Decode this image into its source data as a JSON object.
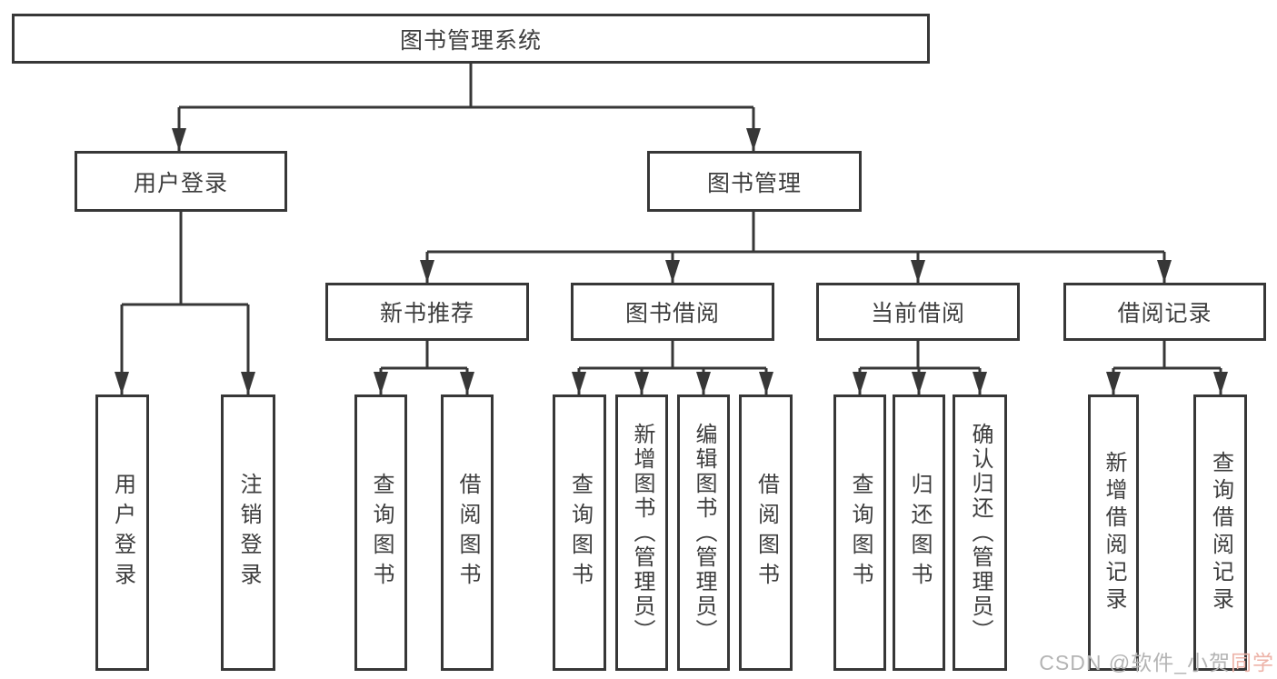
{
  "colors": {
    "line": "#373737",
    "text": "#3d3d3d",
    "box_bg": "#ffffff",
    "watermark_gray": "#b4b4b4",
    "watermark_pink": "#edb3a8"
  },
  "watermark": {
    "prefix": "CSDN @软件_小贺",
    "suffix": "同学"
  },
  "tree": {
    "root": "图书管理系统",
    "branches": [
      {
        "label": "用户登录",
        "children": [
          "用户登录",
          "注销登录"
        ]
      },
      {
        "label": "图书管理",
        "children": [
          {
            "label": "新书推荐",
            "children": [
              "查询图书",
              "借阅图书"
            ]
          },
          {
            "label": "图书借阅",
            "children": [
              "查询图书",
              "新增图书（管理员）",
              "编辑图书（管理员）",
              "借阅图书"
            ]
          },
          {
            "label": "当前借阅",
            "children": [
              "查询图书",
              "归还图书",
              "确认归还（管理员）"
            ]
          },
          {
            "label": "借阅记录",
            "children": [
              "新增借阅记录",
              "查询借阅记录"
            ]
          }
        ]
      }
    ]
  }
}
